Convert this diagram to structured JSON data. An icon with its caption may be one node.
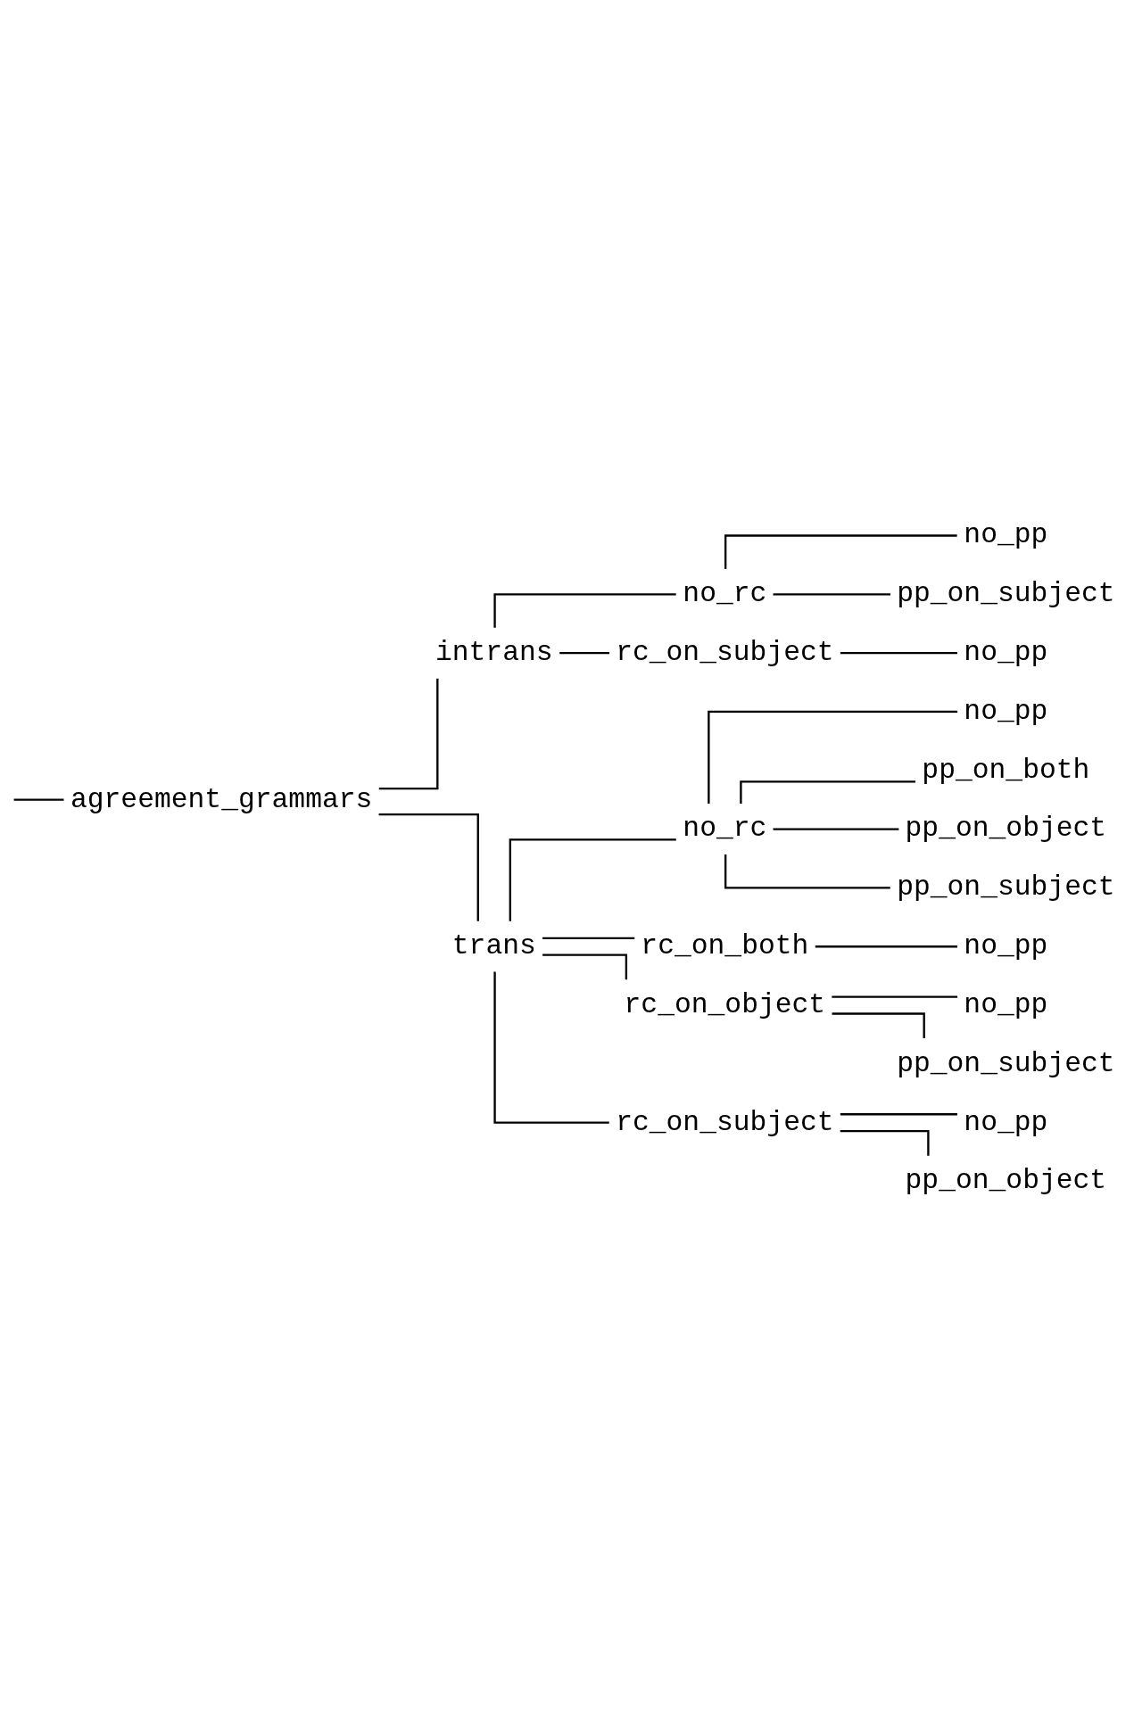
{
  "diagram": {
    "nodes": [
      {
        "text": [
          "agreement_grammars"
        ]
      },
      {
        "text": [
          "intrans"
        ]
      },
      {
        "text": [
          "no_rc"
        ]
      },
      {
        "text": [
          "no_pp"
        ]
      },
      {
        "text": [
          "pp_on_subject"
        ]
      },
      {
        "text": [
          "rc_on_subject"
        ]
      },
      {
        "text": [
          "no_pp"
        ]
      },
      {
        "text": [
          "trans"
        ]
      },
      {
        "text": [
          "no_rc"
        ]
      },
      {
        "text": [
          "no_pp"
        ]
      },
      {
        "text": [
          "pp_on_both"
        ]
      },
      {
        "text": [
          "pp_on_object"
        ]
      },
      {
        "text": [
          "pp_on_subject"
        ]
      },
      {
        "text": [
          "rc_on_both"
        ]
      },
      {
        "text": [
          "no_pp"
        ]
      },
      {
        "text": [
          "rc_on_object"
        ]
      },
      {
        "text": [
          "no_pp"
        ]
      },
      {
        "text": [
          "pp_on_subject"
        ]
      },
      {
        "text": [
          "rc_on_subject"
        ]
      },
      {
        "text": [
          "no_pp"
        ]
      },
      {
        "text": [
          "pp_on_object"
        ]
      }
    ],
    "edges": [
      {
        "from": null,
        "to": 0,
        "arrow": "none"
      },
      {
        "from": 0,
        "to": 1,
        "arrow": "none"
      },
      {
        "from": 1,
        "to": 2,
        "arrow": "none"
      },
      {
        "from": 2,
        "to": 3,
        "arrow": "none"
      },
      {
        "from": 2,
        "to": 4,
        "arrow": "none"
      },
      {
        "from": 1,
        "to": 5,
        "arrow": "none"
      },
      {
        "from": 5,
        "to": 6,
        "arrow": "none"
      },
      {
        "from": 0,
        "to": 7,
        "arrow": "none"
      },
      {
        "from": 7,
        "to": 8,
        "arrow": "none"
      },
      {
        "from": 8,
        "to": 9,
        "arrow": "none"
      },
      {
        "from": 8,
        "to": 10,
        "arrow": "none"
      },
      {
        "from": 8,
        "to": 11,
        "arrow": "none"
      },
      {
        "from": 8,
        "to": 12,
        "arrow": "none"
      },
      {
        "from": 7,
        "to": 13,
        "arrow": "none"
      },
      {
        "from": 13,
        "to": 14,
        "arrow": "none"
      },
      {
        "from": 7,
        "to": 15,
        "arrow": "none"
      },
      {
        "from": 15,
        "to": 16,
        "arrow": "none"
      },
      {
        "from": 15,
        "to": 17,
        "arrow": "none"
      },
      {
        "from": 7,
        "to": 18,
        "arrow": "none"
      },
      {
        "from": 18,
        "to": 19,
        "arrow": "none"
      },
      {
        "from": 18,
        "to": 20,
        "arrow": "none"
      }
    ]
  }
}
